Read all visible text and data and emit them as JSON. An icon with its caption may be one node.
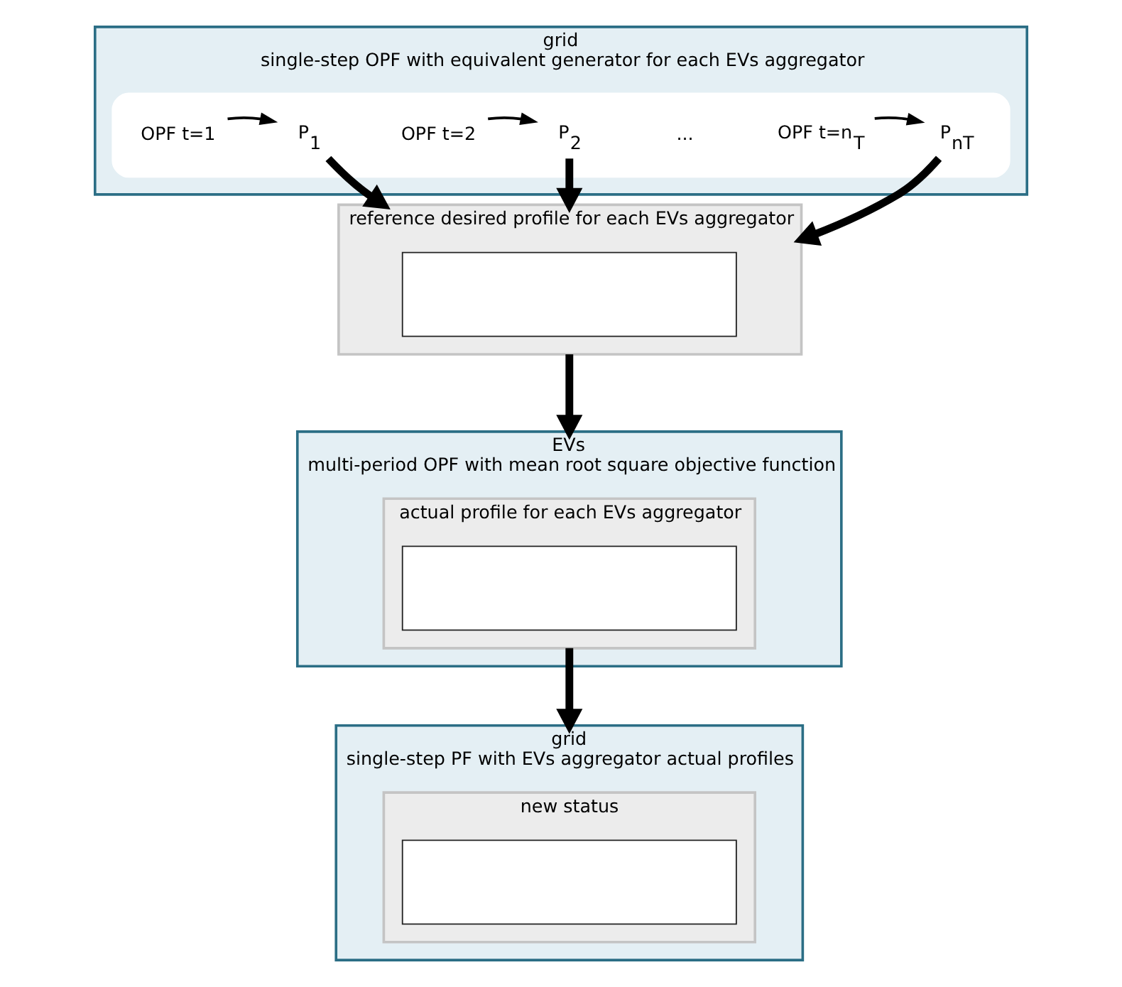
{
  "diagram": {
    "nodes": [
      {
        "text": [
          "grid",
          "single-step OPF with equivalent generator for each EVs aggregator"
        ]
      },
      {
        "text": [],
        "shape": "box",
        "in": 0
      },
      {
        "text": [
          "OPF t=1"
        ],
        "in": 1
      },
      {
        "text": [
          "P$_{1}$"
        ],
        "in": 1
      },
      {
        "text": [
          "OPF t=2"
        ],
        "in": 1
      },
      {
        "text": [
          "P$_{2}$"
        ],
        "in": 1
      },
      {
        "text": [
          "OPF t=n$_{T}$"
        ],
        "in": 1
      },
      {
        "text": [
          "P$_{nT}$"
        ],
        "in": 1
      },
      {
        "text": [
          "reference desired profile for each EVs aggregator"
        ]
      },
      {
        "text": [],
        "shape": "box",
        "in": 8
      },
      {
        "text": [
          "EVs",
          "multi-period OPF with mean root square objective function"
        ]
      },
      {
        "text": [
          "actual profile for each EVs aggregator"
        ],
        "in": 10
      },
      {
        "text": [],
        "shape": "box",
        "in": 11
      },
      {
        "text": [
          "grid",
          "single-step PF with EVs aggregator actual profiles"
        ]
      },
      {
        "text": [
          "new status"
        ],
        "in": 13
      },
      {
        "text": [],
        "shape": "box",
        "in": 14
      }
    ],
    "edges": [
      {
        "from": 2,
        "to": 3,
        "arrow": "to"
      },
      {
        "from": 4,
        "to": 5,
        "arrow": "to"
      },
      {
        "from": 6,
        "to": 7,
        "arrow": "to"
      },
      {
        "from": 3,
        "to": 8,
        "arrow": "to"
      },
      {
        "from": 5,
        "to": 8,
        "arrow": "to"
      },
      {
        "from": 7,
        "to": 8,
        "arrow": "to"
      },
      {
        "from": 8,
        "to": 10,
        "arrow": "to"
      },
      {
        "from": 11,
        "to": 13,
        "arrow": "to"
      }
    ],
    "labels": [
      "..."
    ]
  }
}
